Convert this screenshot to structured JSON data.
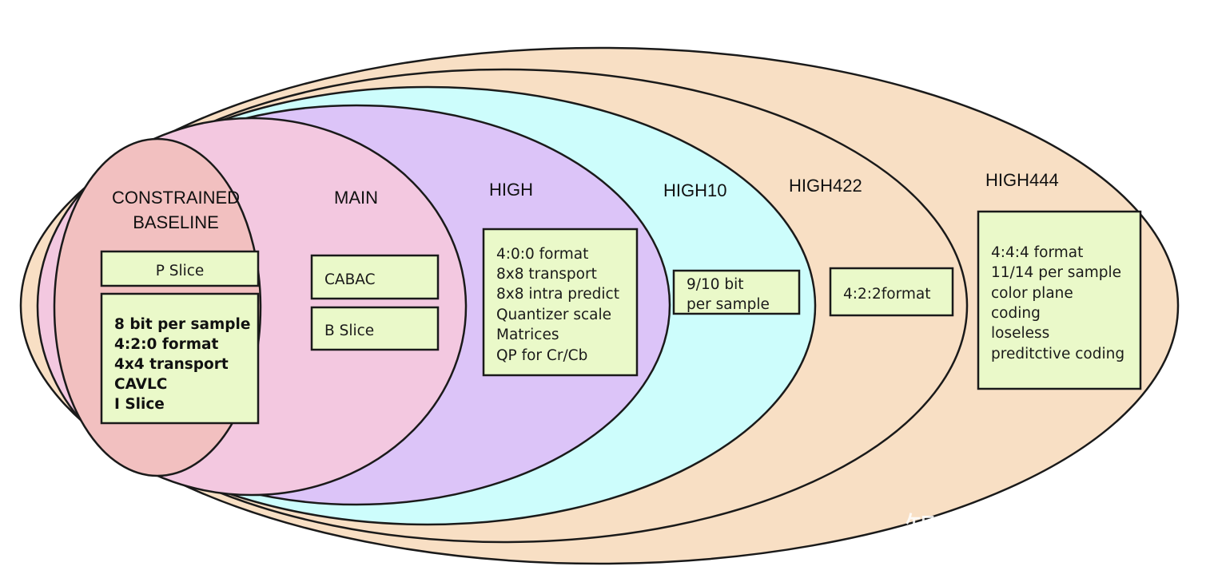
{
  "profiles": [
    {
      "id": "high444",
      "label": "HIGH444",
      "color": "#f8dfc4"
    },
    {
      "id": "high422",
      "label": "HIGH422",
      "color": "#f8dfc4"
    },
    {
      "id": "high10",
      "label": "HIGH10",
      "color": "#cdfdfc"
    },
    {
      "id": "high",
      "label": "HIGH",
      "color": "#dcc4f8"
    },
    {
      "id": "main",
      "label": "MAIN",
      "color": "#f3c8e0"
    },
    {
      "id": "constrained-baseline",
      "label": "CONSTRAINED\nBASELINE",
      "color": "#f2c0c0"
    }
  ],
  "feature_boxes": {
    "cb_p_slice": [
      "P Slice"
    ],
    "cb_main": [
      "8 bit per sample",
      "4:2:0 format",
      "4x4 transport",
      "CAVLC",
      "I Slice"
    ],
    "main_cabac": [
      "CABAC"
    ],
    "main_b_slice": [
      "B Slice"
    ],
    "high": [
      "4:0:0 format",
      "8x8 transport",
      "8x8 intra predict",
      "Quantizer scale",
      "Matrices",
      "QP for Cr/Cb"
    ],
    "high10": [
      "9/10 bit",
      "per sample"
    ],
    "high422": [
      "4:2:2format"
    ],
    "high444": [
      "4:4:4 format",
      "11/14 per sample",
      "color plane",
      "coding",
      "loseless",
      "preditctive coding"
    ]
  },
  "box_fill": "#eaf9c9",
  "outline_color": "#1a1a1a",
  "watermark": "知乎 @Linux百里"
}
